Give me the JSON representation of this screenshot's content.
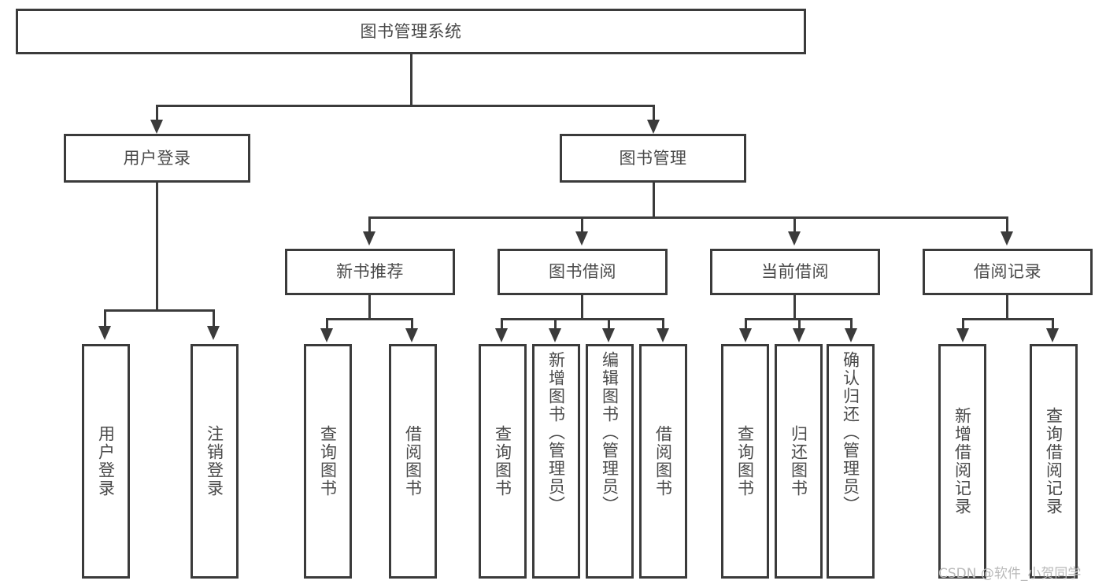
{
  "diagram": {
    "title": "图书管理系统",
    "watermark": "CSDN @软件_小贺同学",
    "accent_line_color": "#3b3b3b",
    "text_color": "#4a4a4a",
    "background_color": "#ffffff",
    "root": {
      "label": "图书管理系统"
    },
    "level2": [
      {
        "label": "用户登录"
      },
      {
        "label": "图书管理"
      }
    ],
    "level3": [
      {
        "label": "新书推荐"
      },
      {
        "label": "图书借阅"
      },
      {
        "label": "当前借阅"
      },
      {
        "label": "借阅记录"
      }
    ],
    "leaves": {
      "user_login": [
        {
          "label": "用户登录"
        },
        {
          "label": "注销登录"
        }
      ],
      "new_book": [
        {
          "label": "查询图书"
        },
        {
          "label": "借阅图书"
        }
      ],
      "book_borrow": [
        {
          "label": "查询图书"
        },
        {
          "label": "新增图书（管理员）"
        },
        {
          "label": "编辑图书（管理员）"
        },
        {
          "label": "借阅图书"
        }
      ],
      "current_borrow": [
        {
          "label": "查询图书"
        },
        {
          "label": "归还图书"
        },
        {
          "label": "确认归还（管理员）"
        }
      ],
      "borrow_record": [
        {
          "label": "新增借阅记录"
        },
        {
          "label": "查询借阅记录"
        }
      ]
    }
  }
}
